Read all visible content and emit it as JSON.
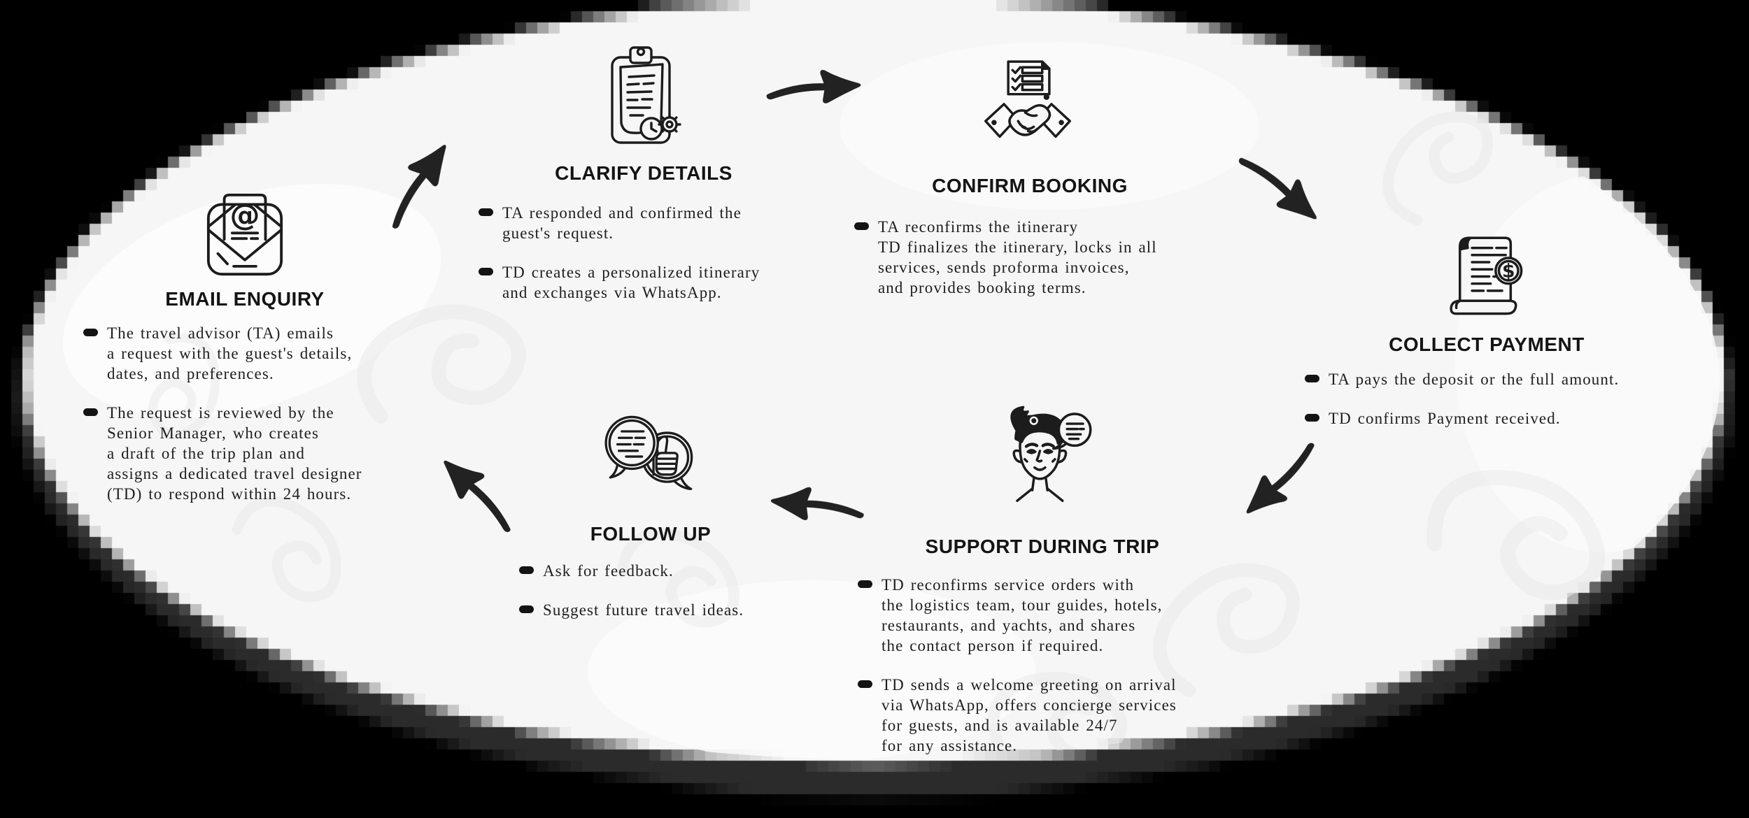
{
  "colors": {
    "background": "#000000",
    "panel": "#f6f6f6",
    "panel_shadow": "#2b2b2b",
    "ink": "#1c1c1c",
    "ornament": "#e9e9e9"
  },
  "icon_glyphs": {
    "email_at": "@",
    "dollar": "$"
  },
  "steps": [
    {
      "id": "email-enquiry",
      "title": "EMAIL ENQUIRY",
      "icon": "email-at-envelope-icon",
      "bullets": [
        "The travel advisor (TA) emails\na request with the guest's details,\ndates, and preferences.",
        "The request is reviewed by the\nSenior Manager, who creates\na draft of the trip plan and\nassigns a dedicated travel designer\n(TD) to respond within 24 hours."
      ]
    },
    {
      "id": "clarify-details",
      "title": "CLARIFY DETAILS",
      "icon": "clipboard-clock-gear-icon",
      "bullets": [
        "TA responded and confirmed the\nguest's request.",
        "TD creates a personalized itinerary\nand exchanges via WhatsApp."
      ]
    },
    {
      "id": "confirm-booking",
      "title": "CONFIRM BOOKING",
      "icon": "handshake-checklist-icon",
      "bullets": [
        "TA reconfirms the itinerary\nTD finalizes the itinerary, locks in all\nservices, sends proforma invoices,\nand provides booking terms."
      ]
    },
    {
      "id": "collect-payment",
      "title": "COLLECT PAYMENT",
      "icon": "invoice-dollar-icon",
      "bullets": [
        "TA pays the deposit or the full amount.",
        "TD confirms Payment received."
      ]
    },
    {
      "id": "support-during-trip",
      "title": "SUPPORT DURING TRIP",
      "icon": "travel-designer-speech-bubble-icon",
      "bullets": [
        "TD reconfirms service orders with\nthe logistics team, tour guides, hotels,\nrestaurants, and yachts, and shares\nthe contact person if required.",
        "TD sends a welcome greeting on arrival\nvia WhatsApp, offers concierge services\nfor guests, and is available 24/7\nfor any assistance."
      ]
    },
    {
      "id": "follow-up",
      "title": "FOLLOW UP",
      "icon": "feedback-thumbs-up-icon",
      "bullets": [
        "Ask for feedback.",
        "Suggest future travel ideas."
      ]
    }
  ],
  "arrows": [
    {
      "from": "email-enquiry",
      "to": "clarify-details"
    },
    {
      "from": "clarify-details",
      "to": "confirm-booking"
    },
    {
      "from": "confirm-booking",
      "to": "collect-payment"
    },
    {
      "from": "collect-payment",
      "to": "support-during-trip"
    },
    {
      "from": "support-during-trip",
      "to": "follow-up"
    },
    {
      "from": "follow-up",
      "to": "email-enquiry"
    }
  ]
}
